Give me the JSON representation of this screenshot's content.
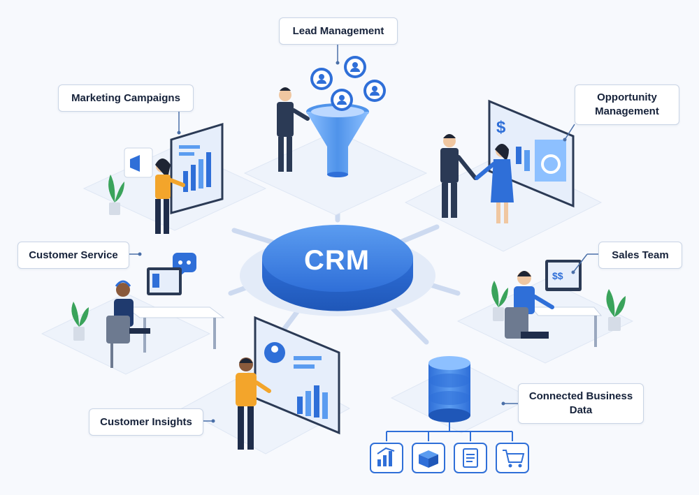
{
  "center": {
    "label": "CRM"
  },
  "modules": {
    "lead_management": "Lead Management",
    "marketing_campaigns": "Marketing Campaigns",
    "opportunity_management": [
      "Opportunity",
      "Management"
    ],
    "customer_service": "Customer Service",
    "sales_team": "Sales Team",
    "customer_insights": "Customer Insights",
    "connected_business_data": [
      "Connected Business",
      "Data"
    ]
  },
  "data_icons": [
    "chart-icon",
    "box-icon",
    "document-icon",
    "cart-icon"
  ],
  "colors": {
    "primary_blue": "#2f6fd8",
    "light_blue": "#5b9cf0",
    "platform": "#eef3fb",
    "accent_orange": "#f3a52b",
    "dark_navy": "#2b3a55"
  }
}
